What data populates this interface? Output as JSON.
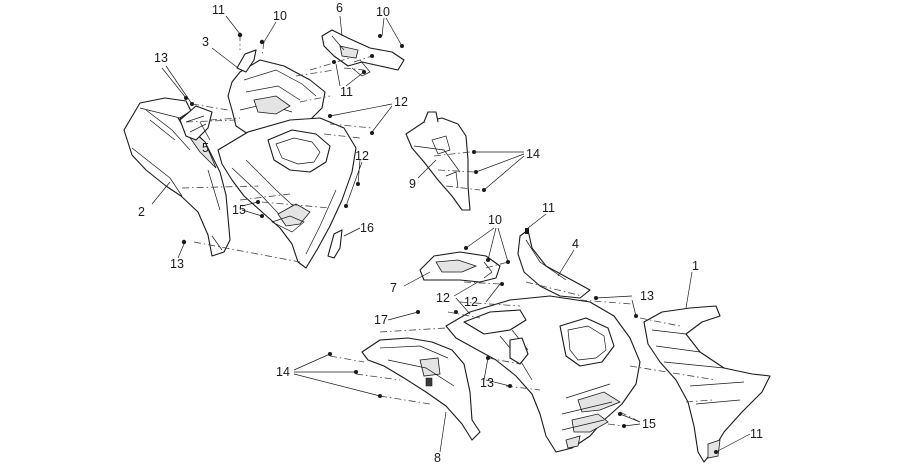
{
  "callouts": [
    {
      "id": "c1",
      "text": "1"
    },
    {
      "id": "c2",
      "text": "2"
    },
    {
      "id": "c3",
      "text": "3"
    },
    {
      "id": "c4",
      "text": "4"
    },
    {
      "id": "c5",
      "text": "5"
    },
    {
      "id": "c6",
      "text": "6"
    },
    {
      "id": "c7",
      "text": "7"
    },
    {
      "id": "c8",
      "text": "8"
    },
    {
      "id": "c9",
      "text": "9"
    },
    {
      "id": "c10a",
      "text": "10"
    },
    {
      "id": "c10b",
      "text": "10"
    },
    {
      "id": "c10c",
      "text": "10"
    },
    {
      "id": "c11a",
      "text": "11"
    },
    {
      "id": "c11b",
      "text": "11"
    },
    {
      "id": "c11c",
      "text": "11"
    },
    {
      "id": "c11d",
      "text": "11"
    },
    {
      "id": "c12a",
      "text": "12"
    },
    {
      "id": "c12b",
      "text": "12"
    },
    {
      "id": "c12c",
      "text": "12"
    },
    {
      "id": "c12d",
      "text": "12"
    },
    {
      "id": "c13a",
      "text": "13"
    },
    {
      "id": "c13b",
      "text": "13"
    },
    {
      "id": "c13c",
      "text": "13"
    },
    {
      "id": "c13d",
      "text": "13"
    },
    {
      "id": "c14a",
      "text": "14"
    },
    {
      "id": "c14b",
      "text": "14"
    },
    {
      "id": "c15a",
      "text": "15"
    },
    {
      "id": "c15b",
      "text": "15"
    },
    {
      "id": "c16",
      "text": "16"
    },
    {
      "id": "c17",
      "text": "17"
    }
  ]
}
